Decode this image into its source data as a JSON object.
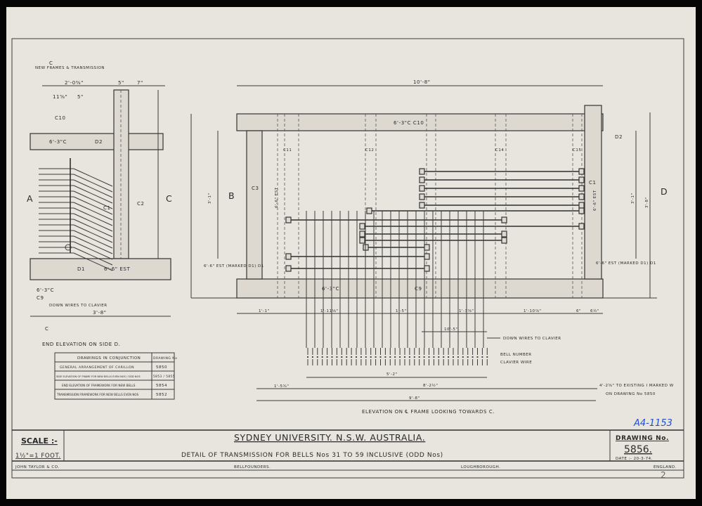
{
  "sheet": {
    "reference_number": "A4-1153",
    "corner_mark": "2",
    "accent_color": "#1f4fd1",
    "paper_color": "#e8e5de"
  },
  "end_elevation": {
    "caption": "END ELEVATION ON SIDE D.",
    "side_left": "A",
    "side_right": "C",
    "section_mark": "C",
    "labels": {
      "width_top": "2'-0⅜\"",
      "dim_a": "11⅝\"",
      "dim_b": "5\"",
      "dim_c": "5\"",
      "dim_d": "7\"",
      "top_beam": "6'-3\"C",
      "c10": "C10",
      "d2": "D2",
      "c1": "C1",
      "c2": "C2",
      "d1": "D1",
      "bottom_beam": "6'-6\" EST",
      "c9": "C9",
      "c9_dim": "6'-3\"C",
      "down_wires": "DOWN WIRES TO CLAVIER",
      "base_width": "3'-8\"",
      "note_top": "NEW FRAMES & TRANSMISSION"
    }
  },
  "main_elevation": {
    "caption": "ELEVATION ON ℄ FRAME LOOKING TOWARDS C.",
    "side_left": "B",
    "side_right": "D",
    "labels": {
      "overall_width": "10'-8\"",
      "top_beam": "6'-3\"C C10",
      "bottom_beam": "6'-3\"C",
      "c9": "C9",
      "c1": "C1",
      "c3": "C3",
      "c11": "C11",
      "c12": "C12",
      "c14": "C14",
      "c15": "C15",
      "d2": "D2",
      "left_post": "6'-6\" EST",
      "right_post": "6'-6\" EST",
      "left_note": "6'-6\" EST (MARKED D1) D1",
      "right_note": "6'-6\" EST (MARKED D1) D1",
      "height_left": "3'-1\"",
      "height_right": "3'-1\"",
      "height_total": "3'-8\"",
      "dims_bottom": [
        "1'-1\"",
        "1'-11⅛\"",
        "1'-5\"",
        "1'-3⅝\"",
        "1'-10⅞\"",
        "6\"",
        "6½\""
      ],
      "span_10_5": "10'-5\"",
      "down_wires": "DOWN WIRES TO CLAVIER",
      "bell_number": "BELL NUMBER",
      "clavier_wire": "CLAVIER WIRE",
      "dim_5_2": "5'-2\"",
      "dim_8_2": "8'-2½\"",
      "dim_9_8": "9'-8\"",
      "dim_1_5": "1'-5¾\"",
      "existing_note_1": "4'-2⅝\" TO EXISTING I MARKED W",
      "existing_note_2": "ON DRAWING No 5850"
    }
  },
  "drawings_table": {
    "headers": [
      "DRAWINGS IN CONJUNCTION",
      "DRAWING No"
    ],
    "rows": [
      [
        "GENERAL ARRANGEMENT OF CARILLON",
        "5850"
      ],
      [
        "SIDE ELEVATION OF FRAME FOR NEW BELLS EVEN NOS / ODD NOS",
        "5853 / 5855"
      ],
      [
        "END ELEVATION OF FRAMEWORK FOR NEW BELLS",
        "5854"
      ],
      [
        "TRANSMISSION FRAMEWORK FOR NEW BELLS EVEN NOS",
        "5852"
      ]
    ]
  },
  "title_block": {
    "scale_label": "SCALE :-",
    "scale_value": "1½\"=1 FOOT.",
    "client": "SYDNEY UNIVERSITY. N.S.W. AUSTRALIA.",
    "title": "DETAIL OF TRANSMISSION FOR BELLS Nos 31 TO 59 INCLUSIVE (ODD Nos)",
    "drawing_no_label": "DRAWING No.",
    "drawing_no": "5856.",
    "date": "DATE :- 20-3-74.",
    "footer": [
      "JOHN TAYLOR & CO.",
      "BELLFOUNDERS.",
      "LOUGHBOROUGH.",
      "ENGLAND."
    ]
  }
}
